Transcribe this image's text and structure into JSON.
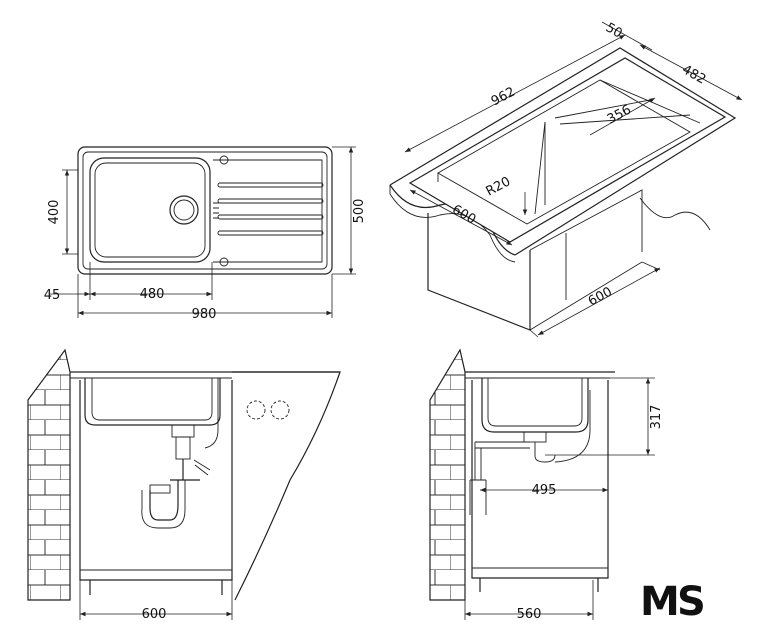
{
  "top_view": {
    "dim_depth_inner": "400",
    "dim_depth_outer": "500",
    "dim_left_margin": "45",
    "dim_bowl_width": "480",
    "dim_total_width": "980"
  },
  "iso_view": {
    "dim_width": "962",
    "dim_flange": "50",
    "dim_depth": "482",
    "dim_drainer": "356",
    "dim_radius": "R20",
    "dim_cabinet_front": "600",
    "dim_cabinet_side": "600"
  },
  "front_view": {
    "dim_cabinet_width": "600"
  },
  "side_view": {
    "dim_bowl_depth": "317",
    "dim_drain_offset": "495",
    "dim_cabinet_width": "560"
  },
  "logo": {
    "letter_m": "M",
    "letter_s": "S",
    "color_m": "#3cb43c",
    "color_s": "#1f4e8c"
  }
}
